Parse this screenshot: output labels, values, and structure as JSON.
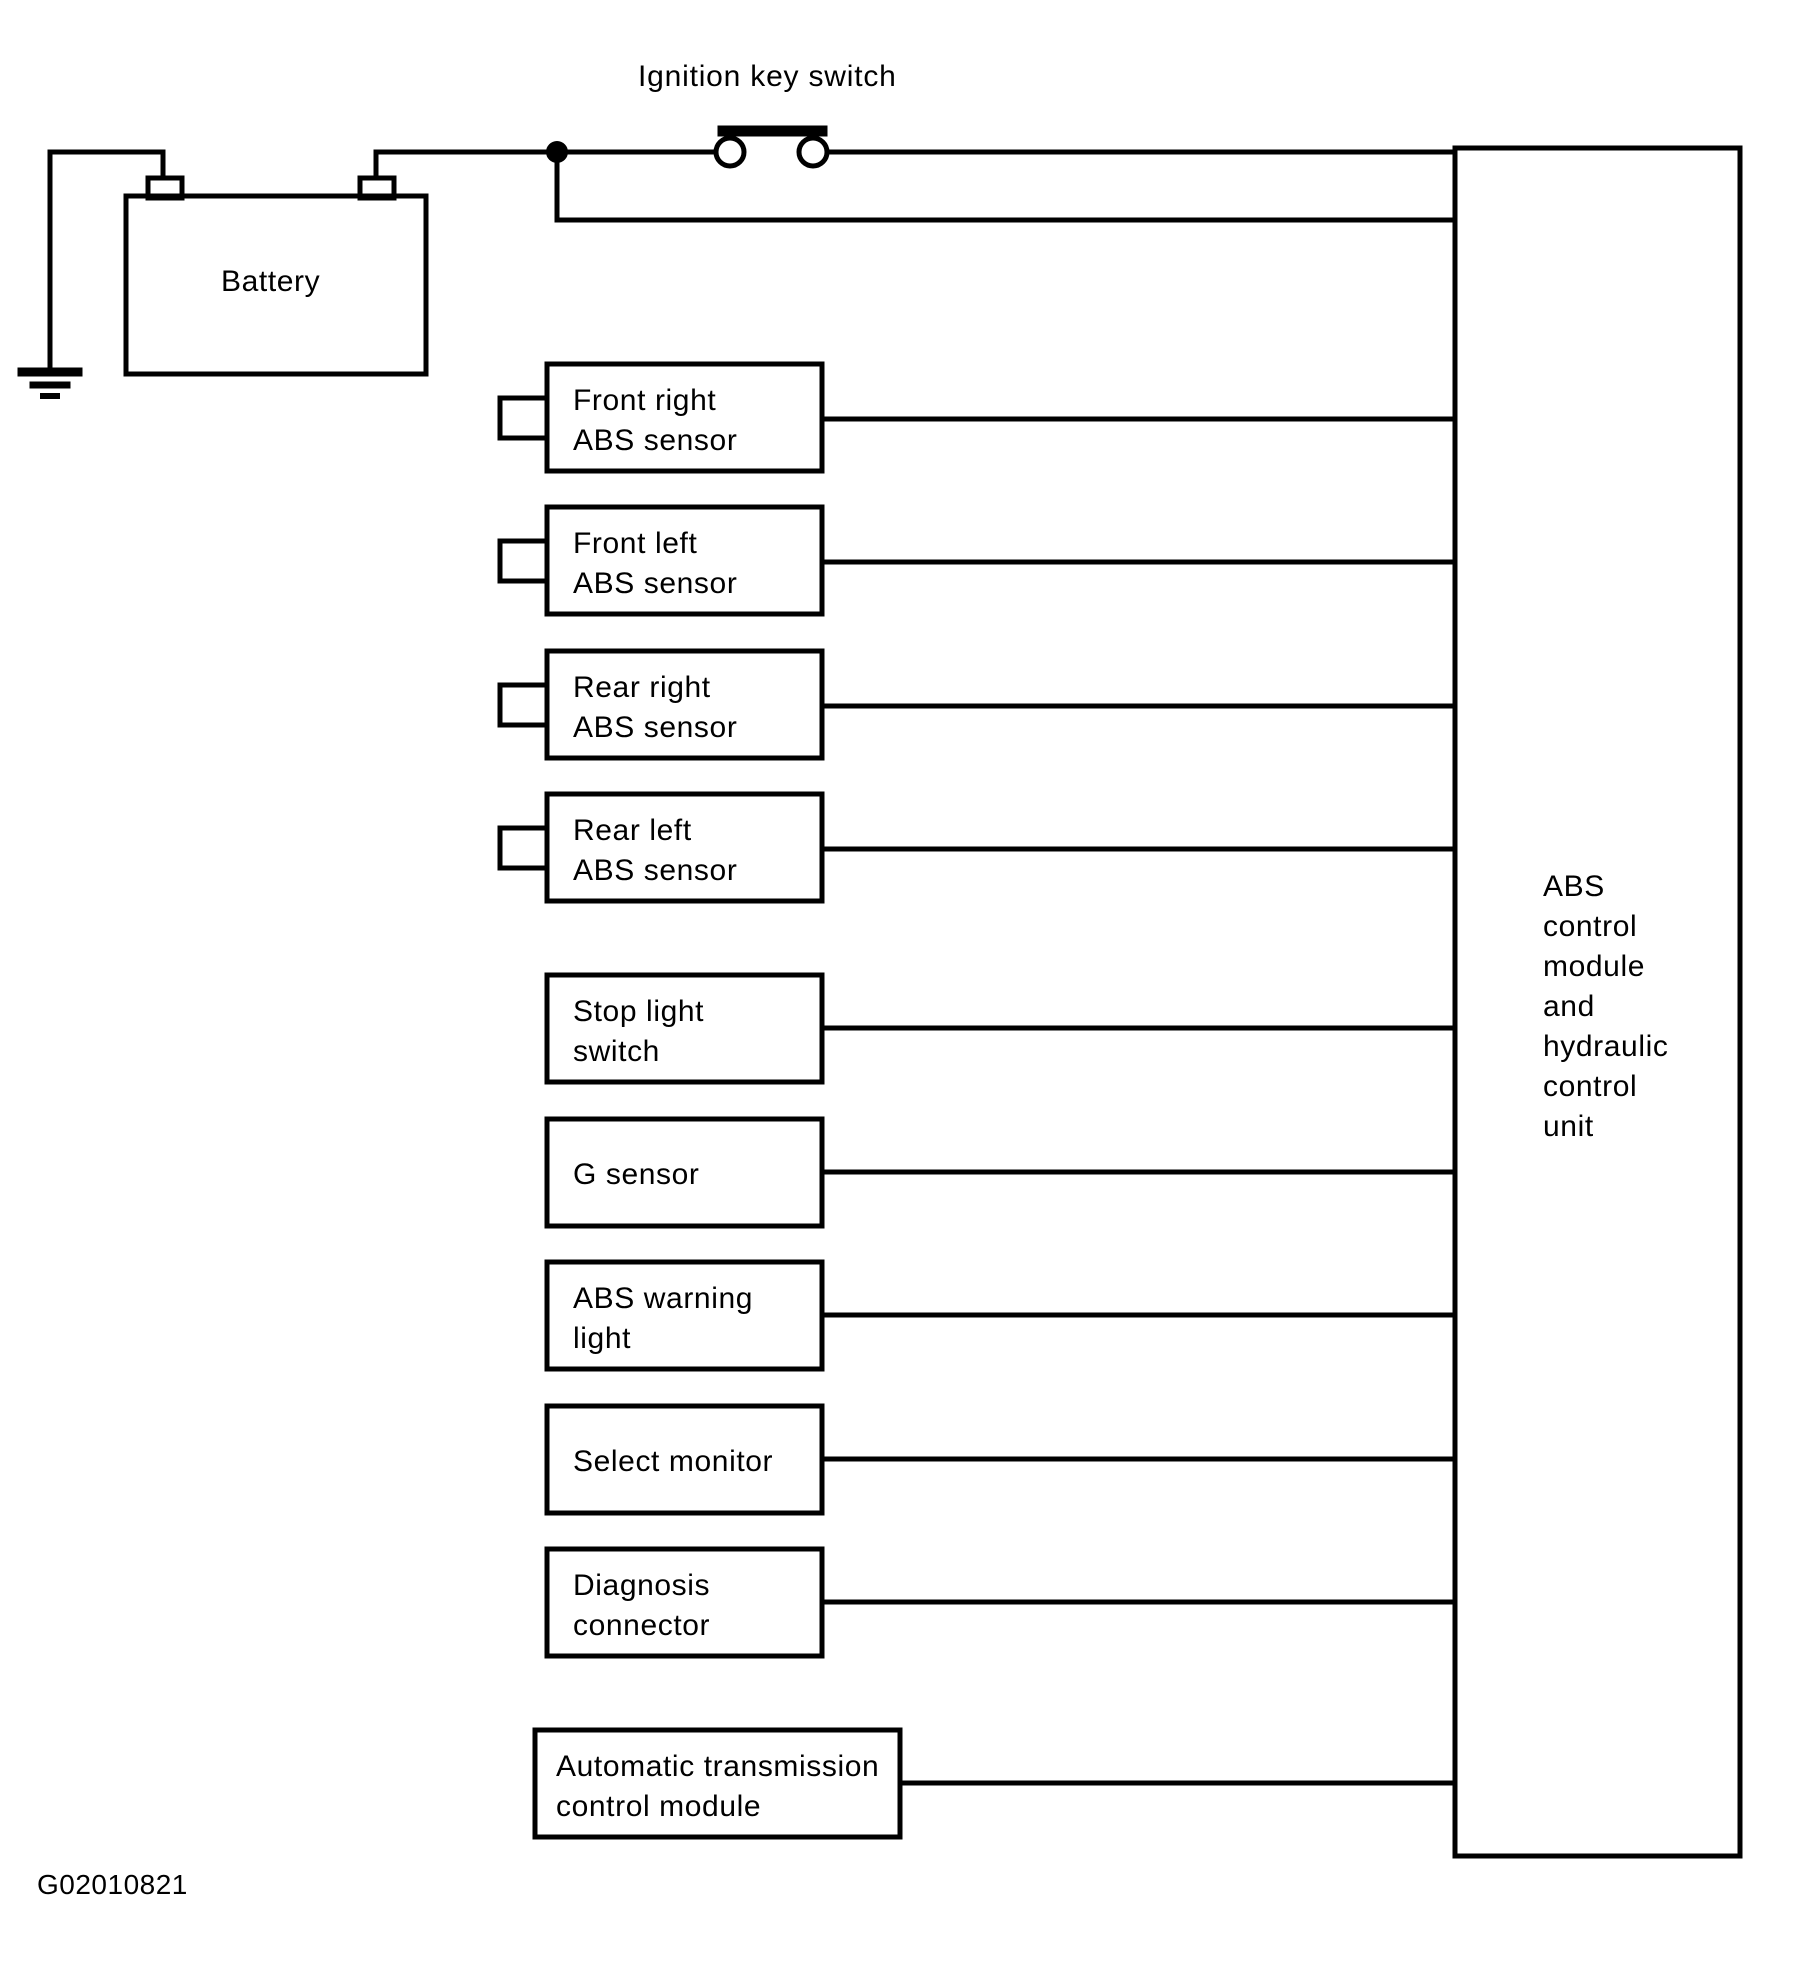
{
  "diagram": {
    "type": "wiring-schematic",
    "figure_code": "G02010821",
    "ink_color": "#000000",
    "background_color": "#ffffff",
    "titles": {
      "ignition_switch": "Ignition key switch"
    },
    "battery": {
      "label": "Battery",
      "terminals": 2,
      "ground": "chassis-ground"
    },
    "control_module": {
      "lines": [
        "ABS",
        "control",
        "module",
        "and",
        "hydraulic",
        "control",
        "unit"
      ]
    },
    "components": [
      {
        "id": "front-right-abs-sensor",
        "lines": [
          "Front right",
          "ABS sensor"
        ],
        "has_connector_tab": true
      },
      {
        "id": "front-left-abs-sensor",
        "lines": [
          "Front left",
          "ABS sensor"
        ],
        "has_connector_tab": true
      },
      {
        "id": "rear-right-abs-sensor",
        "lines": [
          "Rear right",
          "ABS sensor"
        ],
        "has_connector_tab": true
      },
      {
        "id": "rear-left-abs-sensor",
        "lines": [
          "Rear left",
          "ABS sensor"
        ],
        "has_connector_tab": true
      },
      {
        "id": "stop-light-switch",
        "lines": [
          "Stop light",
          "switch"
        ],
        "has_connector_tab": false
      },
      {
        "id": "g-sensor",
        "lines": [
          "G sensor"
        ],
        "has_connector_tab": false
      },
      {
        "id": "abs-warning-light",
        "lines": [
          "ABS warning",
          "light"
        ],
        "has_connector_tab": false
      },
      {
        "id": "select-monitor",
        "lines": [
          "Select monitor"
        ],
        "has_connector_tab": false
      },
      {
        "id": "diagnosis-connector",
        "lines": [
          "Diagnosis",
          "connector"
        ],
        "has_connector_tab": false
      },
      {
        "id": "automatic-transmission-control-module",
        "lines": [
          "Automatic transmission",
          "control module"
        ],
        "has_connector_tab": false,
        "wide": true
      }
    ]
  }
}
